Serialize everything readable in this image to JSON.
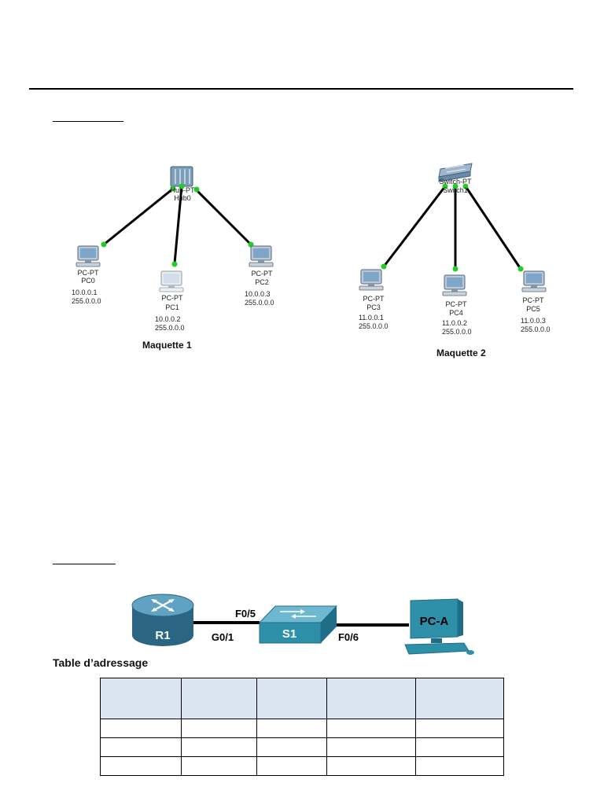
{
  "maquette1": {
    "caption": "Maquette 1",
    "hub": {
      "type": "Hub-PT",
      "name": "Hub0"
    },
    "pcs": [
      {
        "type": "PC-PT",
        "name": "PC0",
        "ip": "10.0.0.1",
        "mask": "255.0.0.0"
      },
      {
        "type": "PC-PT",
        "name": "PC1",
        "ip": "10.0.0.2",
        "mask": "255.0.0.0"
      },
      {
        "type": "PC-PT",
        "name": "PC2",
        "ip": "10.0.0.3",
        "mask": "255.0.0.0"
      }
    ]
  },
  "maquette2": {
    "caption": "Maquette 2",
    "switch": {
      "type": "Switch-PT",
      "name": "Switch1"
    },
    "pcs": [
      {
        "type": "PC-PT",
        "name": "PC3",
        "ip": "11.0.0.1",
        "mask": "255.0.0.0"
      },
      {
        "type": "PC-PT",
        "name": "PC4",
        "ip": "11.0.0.2",
        "mask": "255.0.0.0"
      },
      {
        "type": "PC-PT",
        "name": "PC5",
        "ip": "11.0.0.3",
        "mask": "255.0.0.0"
      }
    ]
  },
  "topology": {
    "router": "R1",
    "switch": "S1",
    "pc": "PC-A",
    "ports": {
      "router_port": "G0/1",
      "switch_in": "F0/5",
      "switch_out": "F0/6"
    }
  },
  "table": {
    "title": "Table d’adressage",
    "columns": 5,
    "header": [
      "",
      "",
      "",
      "",
      ""
    ],
    "rows": [
      [
        "",
        "",
        "",
        "",
        ""
      ],
      [
        "",
        "",
        "",
        "",
        ""
      ],
      [
        "",
        "",
        "",
        "",
        ""
      ]
    ]
  },
  "colors": {
    "link_dot": "#22cc22",
    "router_blue": "#2f6f8f",
    "switch_teal": "#2e8fa8",
    "table_header": "#dbe4f1"
  }
}
